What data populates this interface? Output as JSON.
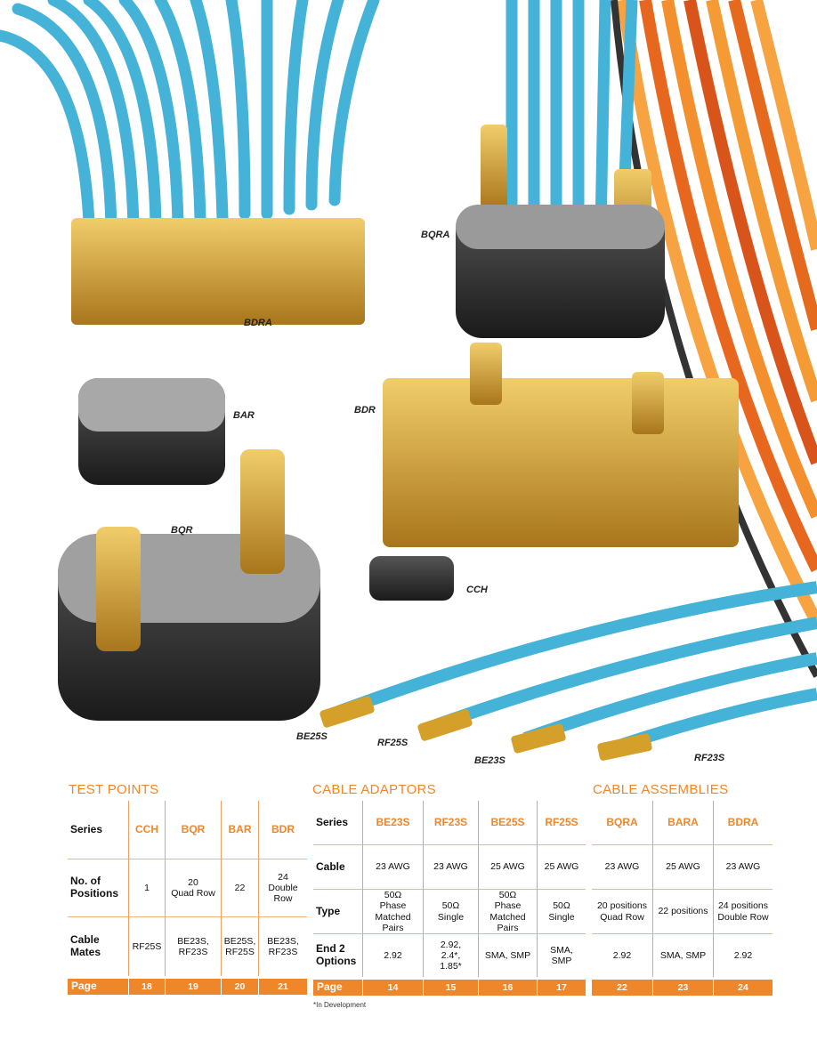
{
  "product_labels": {
    "bdra": "BDRA",
    "bqra": "BQRA",
    "bar": "BAR",
    "bdr": "BDR",
    "bqr": "BQR",
    "cch": "CCH",
    "be25s": "BE25S",
    "rf25s": "RF25S",
    "be23s": "BE23S",
    "rf23s": "RF23S"
  },
  "test_points": {
    "title": "TEST POINTS",
    "row_labels": [
      "Series",
      "No. of\nPositions",
      "Cable\nMates",
      "Page"
    ],
    "columns": [
      {
        "series": "CCH",
        "positions": "1",
        "mates": "RF25S",
        "page": "18"
      },
      {
        "series": "BQR",
        "positions": "20\nQuad Row",
        "mates": "BE23S,\nRF23S",
        "page": "19"
      },
      {
        "series": "BAR",
        "positions": "22",
        "mates": "BE25S,\nRF25S",
        "page": "20"
      },
      {
        "series": "BDR",
        "positions": "24\nDouble\nRow",
        "mates": "BE23S,\nRF23S",
        "page": "21"
      }
    ]
  },
  "cable_adaptors": {
    "title": "CABLE ADAPTORS",
    "row_labels": [
      "Series",
      "Cable",
      "Type",
      "End 2\nOptions",
      "Page"
    ],
    "columns": [
      {
        "series": "BE23S",
        "cable": "23 AWG",
        "type": "50Ω\nPhase\nMatched\nPairs",
        "options": "2.92",
        "page": "14"
      },
      {
        "series": "RF23S",
        "cable": "23 AWG",
        "type": "50Ω\nSingle",
        "options": "2.92,\n2.4*,\n1.85*",
        "page": "15"
      },
      {
        "series": "BE25S",
        "cable": "25 AWG",
        "type": "50Ω\nPhase\nMatched\nPairs",
        "options": "SMA, SMP",
        "page": "16"
      },
      {
        "series": "RF25S",
        "cable": "25 AWG",
        "type": "50Ω\nSingle",
        "options": "SMA,\nSMP",
        "page": "17"
      }
    ],
    "footnote": "*In Development"
  },
  "cable_assemblies": {
    "title": "CABLE ASSEMBLIES",
    "columns": [
      {
        "series": "BQRA",
        "cable": "23 AWG",
        "type": "20 positions\nQuad Row",
        "options": "2.92",
        "page": "22"
      },
      {
        "series": "BARA",
        "cable": "25 AWG",
        "type": "22 positions",
        "options": "SMA, SMP",
        "page": "23"
      },
      {
        "series": "BDRA",
        "cable": "23 AWG",
        "type": "24 positions\nDouble Row",
        "options": "2.92",
        "page": "24"
      }
    ]
  },
  "colors": {
    "accent": "#f0862a",
    "cable": "#45b3d8",
    "gold": "#d4a02a"
  }
}
